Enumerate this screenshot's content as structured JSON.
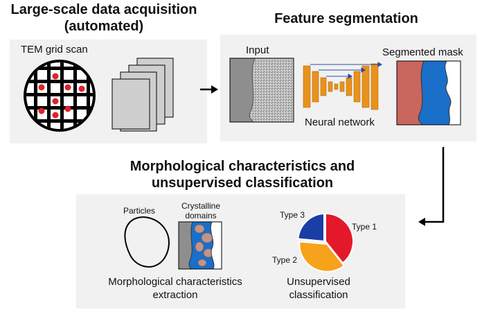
{
  "acquisition": {
    "title_line1": "Large-scale data acquisition",
    "title_line2": "(automated)",
    "grid_label": "TEM grid scan"
  },
  "segmentation": {
    "title": "Feature segmentation",
    "input_label": "Input",
    "mask_label": "Segmented mask",
    "network_label": "Neural network"
  },
  "analysis": {
    "title_line1": "Morphological characteristics and",
    "title_line2": "unsupervised classification",
    "particles_label": "Particles",
    "crystalline_line1": "Crystalline",
    "crystalline_line2": "domains",
    "extraction_line1": "Morphological characteristics",
    "extraction_line2": "extraction",
    "classification_line1": "Unsupervised",
    "classification_line2": "classification",
    "types": [
      "Type 1",
      "Type 2",
      "Type 3"
    ]
  },
  "colors": {
    "panel_bg": "#f1f1f1",
    "grid_dots": "#e0222b",
    "network_orange": "#e8921c",
    "mask_red": "#c9665e",
    "mask_blue": "#1a6fc9",
    "pie_red": "#e3192b",
    "pie_orange": "#f7a21b",
    "pie_blue": "#1b3ea6"
  },
  "icons": [
    "tem-grid-icon",
    "image-stack-icon",
    "neural-network-icon",
    "flow-arrow-icon",
    "particle-outline-icon",
    "crystalline-domains-icon",
    "pie-chart-icon"
  ]
}
